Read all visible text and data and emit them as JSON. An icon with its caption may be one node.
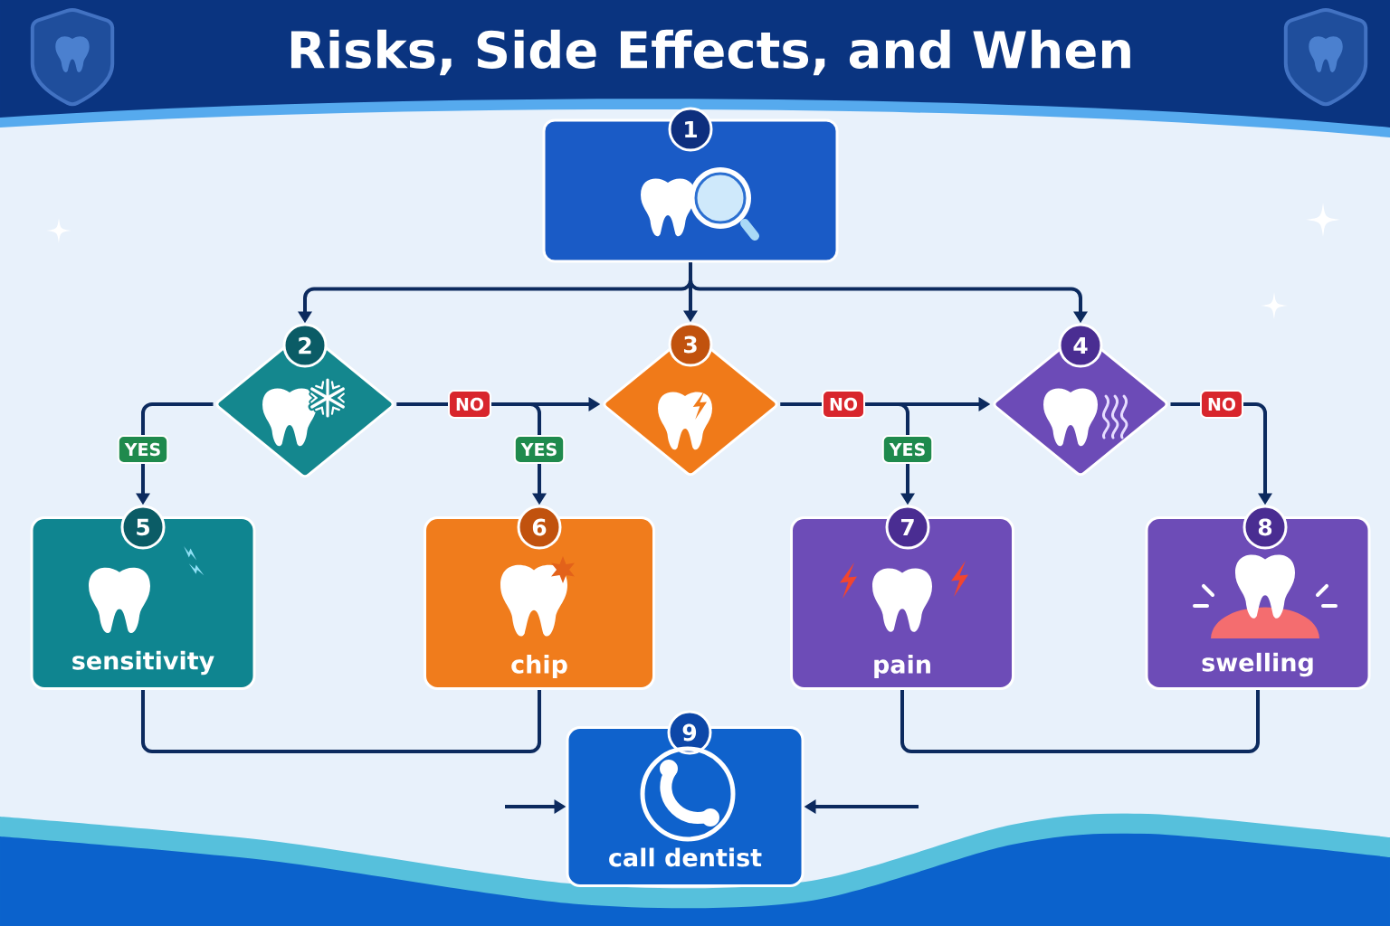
{
  "diagram": {
    "title": "Risks, Side Effects, and When",
    "nodes": [
      {
        "text": [
          "1"
        ]
      },
      {
        "text": [
          "2"
        ]
      },
      {
        "text": [
          "3"
        ]
      },
      {
        "text": [
          "4"
        ]
      },
      {
        "text": [
          "5",
          "sensitivity"
        ]
      },
      {
        "text": [
          "6",
          "chip"
        ]
      },
      {
        "text": [
          "7",
          "pain"
        ]
      },
      {
        "text": [
          "8",
          "swelling"
        ]
      },
      {
        "text": [
          "9",
          "call dentist"
        ]
      }
    ],
    "edges": [
      {
        "from": 0,
        "to": 1,
        "arrow": "to"
      },
      {
        "from": 0,
        "to": 2,
        "arrow": "to"
      },
      {
        "from": 0,
        "to": 3,
        "arrow": "to"
      },
      {
        "from": 1,
        "to": 4,
        "arrow": "to",
        "label": "YES"
      },
      {
        "from": 1,
        "to": 2,
        "arrow": "to",
        "label": "NO"
      },
      {
        "from": 1,
        "to": 5,
        "arrow": "to",
        "label": "YES"
      },
      {
        "from": 2,
        "to": 3,
        "arrow": "to",
        "label": "NO"
      },
      {
        "from": 2,
        "to": 6,
        "arrow": "to",
        "label": "YES"
      },
      {
        "from": 3,
        "to": 7,
        "arrow": "to",
        "label": "NO"
      },
      {
        "from": 4,
        "to": 5,
        "arrow": "none"
      },
      {
        "from": 6,
        "to": 7,
        "arrow": "none"
      },
      {
        "from": null,
        "to": 8,
        "arrow": "to"
      },
      {
        "from": null,
        "to": 8,
        "arrow": "to"
      }
    ]
  }
}
